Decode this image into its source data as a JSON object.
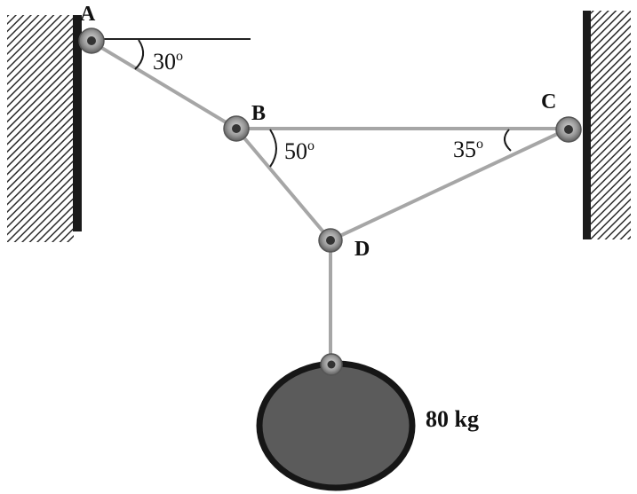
{
  "points": {
    "a": "A",
    "b": "B",
    "c": "C",
    "d": "D"
  },
  "angles": {
    "at_a": {
      "value": "30",
      "unit": "o"
    },
    "at_b": {
      "value": "50",
      "unit": "o"
    },
    "at_c": {
      "value": "35",
      "unit": "o"
    }
  },
  "mass_label": "80 kg",
  "colors": {
    "rope": "#a6a6a6",
    "wall": "#1a1a1a",
    "hatch": "#2a2a2a",
    "weight_fill": "#5b5b5b",
    "weight_stroke": "#161616",
    "ring": "#8c8c8c"
  }
}
